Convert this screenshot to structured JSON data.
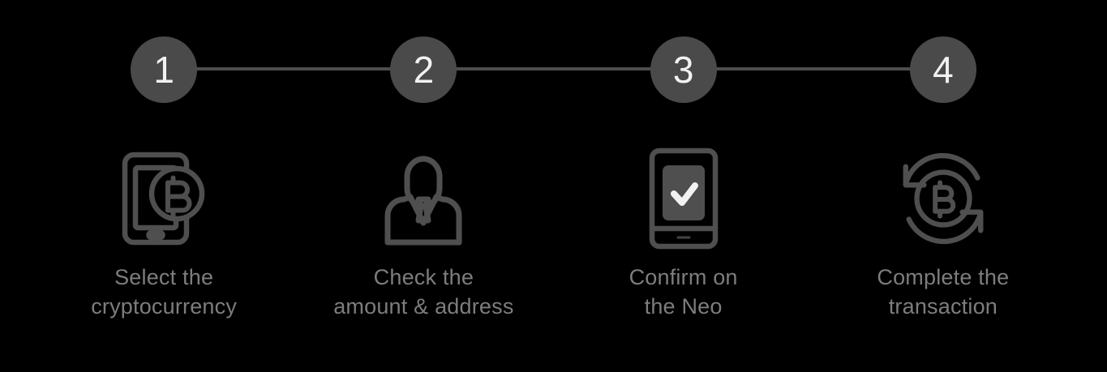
{
  "theme": {
    "background": "#000000",
    "bubble_fill": "#4a4a4a",
    "bubble_text": "#f2f2f2",
    "track_color": "#4d4d4d",
    "icon_stroke": "#4f4f4f",
    "caption_color": "#7d7d7d"
  },
  "stepper": {
    "name": "transaction-steps",
    "steps": [
      {
        "number": "1",
        "icon": "smartphone-bitcoin-icon",
        "caption": "Select the\ncryptocurrency"
      },
      {
        "number": "2",
        "icon": "person-suit-icon",
        "caption": "Check the\namount & address"
      },
      {
        "number": "3",
        "icon": "device-checkmark-icon",
        "caption": "Confirm on\nthe Neo"
      },
      {
        "number": "4",
        "icon": "bitcoin-exchange-arrows-icon",
        "caption": "Complete the\ntransaction"
      }
    ]
  }
}
